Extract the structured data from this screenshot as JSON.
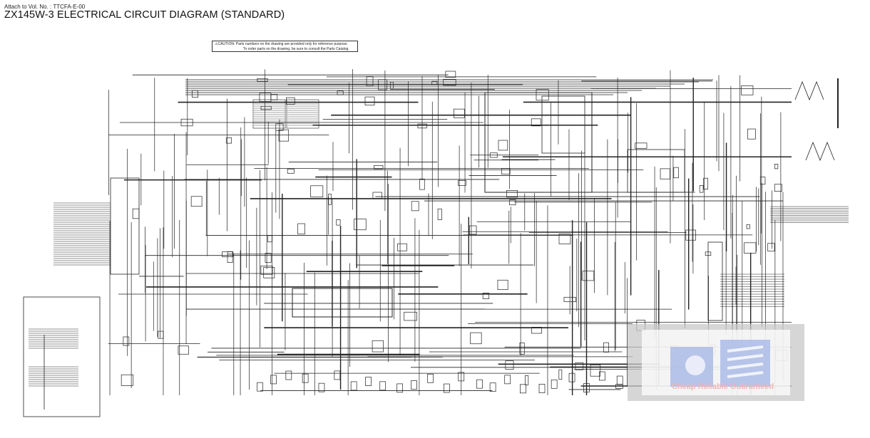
{
  "header": {
    "attach_note": "Attach to Vol. No. : TTCFA-E-00",
    "title": "ZX145W-3 ELECTRICAL CIRCUIT DIAGRAM (STANDARD)"
  },
  "caution": {
    "line1": "⚠CAUTION: Parts numbers on the drawing are provided only for reference purpose.",
    "line2": "To order parts on the drawing, be sure to consult the Parts Catalog."
  },
  "watermark": {
    "slogan": "Cheap Reliable Guaranteed"
  },
  "colors": {
    "wire": "#222222",
    "watermark_logo": "#9fb0e0",
    "watermark_text": "#f1b5b5"
  }
}
